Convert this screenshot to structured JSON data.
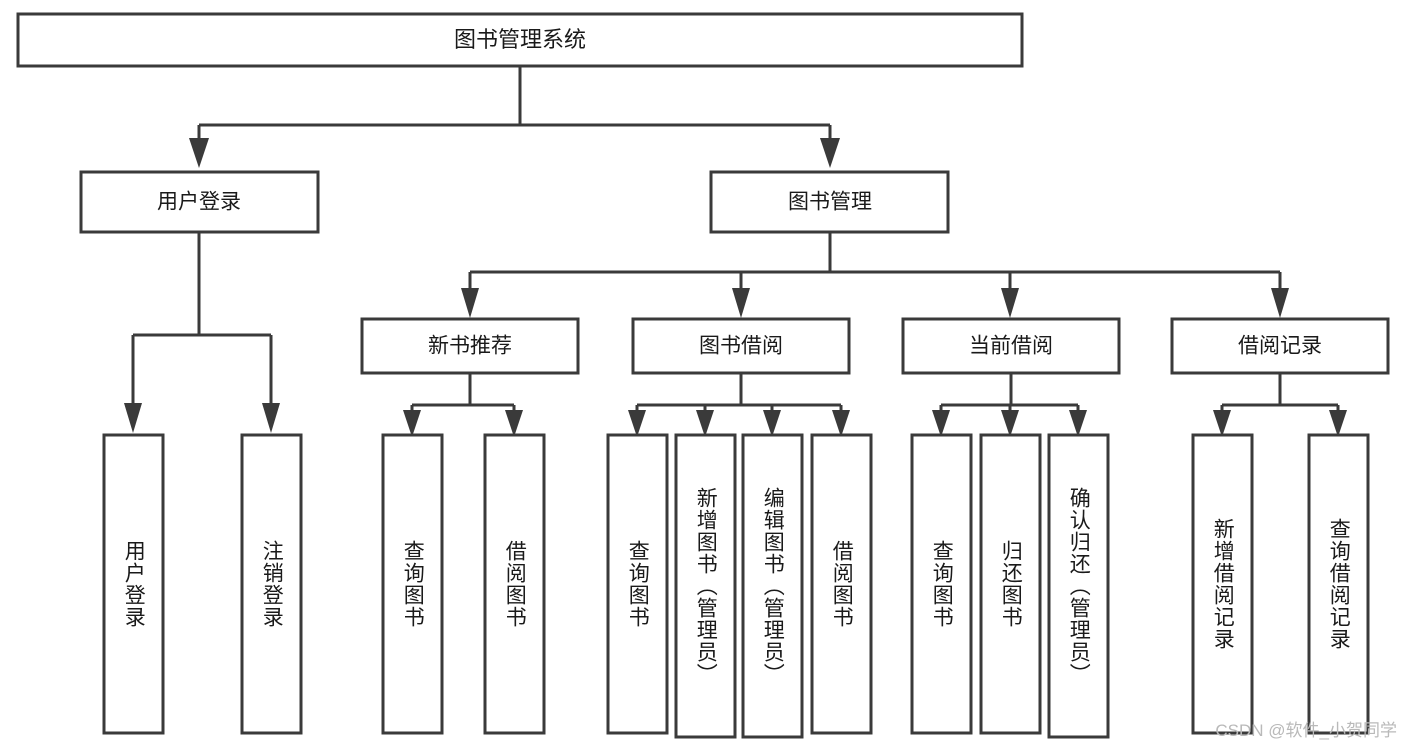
{
  "diagram": {
    "type": "tree-hierarchy",
    "title": "图书管理系统",
    "root": {
      "id": "root",
      "label": "图书管理系统",
      "level": 0
    },
    "level1": [
      {
        "id": "user-login",
        "label": "用户登录"
      },
      {
        "id": "book-manage",
        "label": "图书管理"
      }
    ],
    "level2": [
      {
        "id": "new-book-rec",
        "label": "新书推荐",
        "parent": "book-manage"
      },
      {
        "id": "book-borrow",
        "label": "图书借阅",
        "parent": "book-manage"
      },
      {
        "id": "current-borrow",
        "label": "当前借阅",
        "parent": "book-manage"
      },
      {
        "id": "borrow-record",
        "label": "借阅记录",
        "parent": "book-manage"
      }
    ],
    "leaves": {
      "user-login": [
        {
          "id": "leaf-user-login",
          "label": "用户登录"
        },
        {
          "id": "leaf-logout",
          "label": "注销登录"
        }
      ],
      "new-book-rec": [
        {
          "id": "leaf-query-book-1",
          "label": "查询图书"
        },
        {
          "id": "leaf-borrow-book-1",
          "label": "借阅图书"
        }
      ],
      "book-borrow": [
        {
          "id": "leaf-query-book-2",
          "label": "查询图书"
        },
        {
          "id": "leaf-add-book",
          "label": "新增图书（管理员）"
        },
        {
          "id": "leaf-edit-book",
          "label": "编辑图书（管理员）"
        },
        {
          "id": "leaf-borrow-book-2",
          "label": "借阅图书"
        }
      ],
      "current-borrow": [
        {
          "id": "leaf-query-book-3",
          "label": "查询图书"
        },
        {
          "id": "leaf-return-book",
          "label": "归还图书"
        },
        {
          "id": "leaf-confirm-return",
          "label": "确认归还（管理员）"
        }
      ],
      "borrow-record": [
        {
          "id": "leaf-add-record",
          "label": "新增借阅记录"
        },
        {
          "id": "leaf-query-record",
          "label": "查询借阅记录"
        }
      ]
    }
  },
  "watermark": {
    "text": "CSDN @软件_小贺同学"
  },
  "colors": {
    "background": "#ffffff",
    "stroke": "#3a3a3a",
    "box_fill": "#ffffff",
    "text": "#1a1a1a",
    "watermark": "#b9b9b9"
  }
}
